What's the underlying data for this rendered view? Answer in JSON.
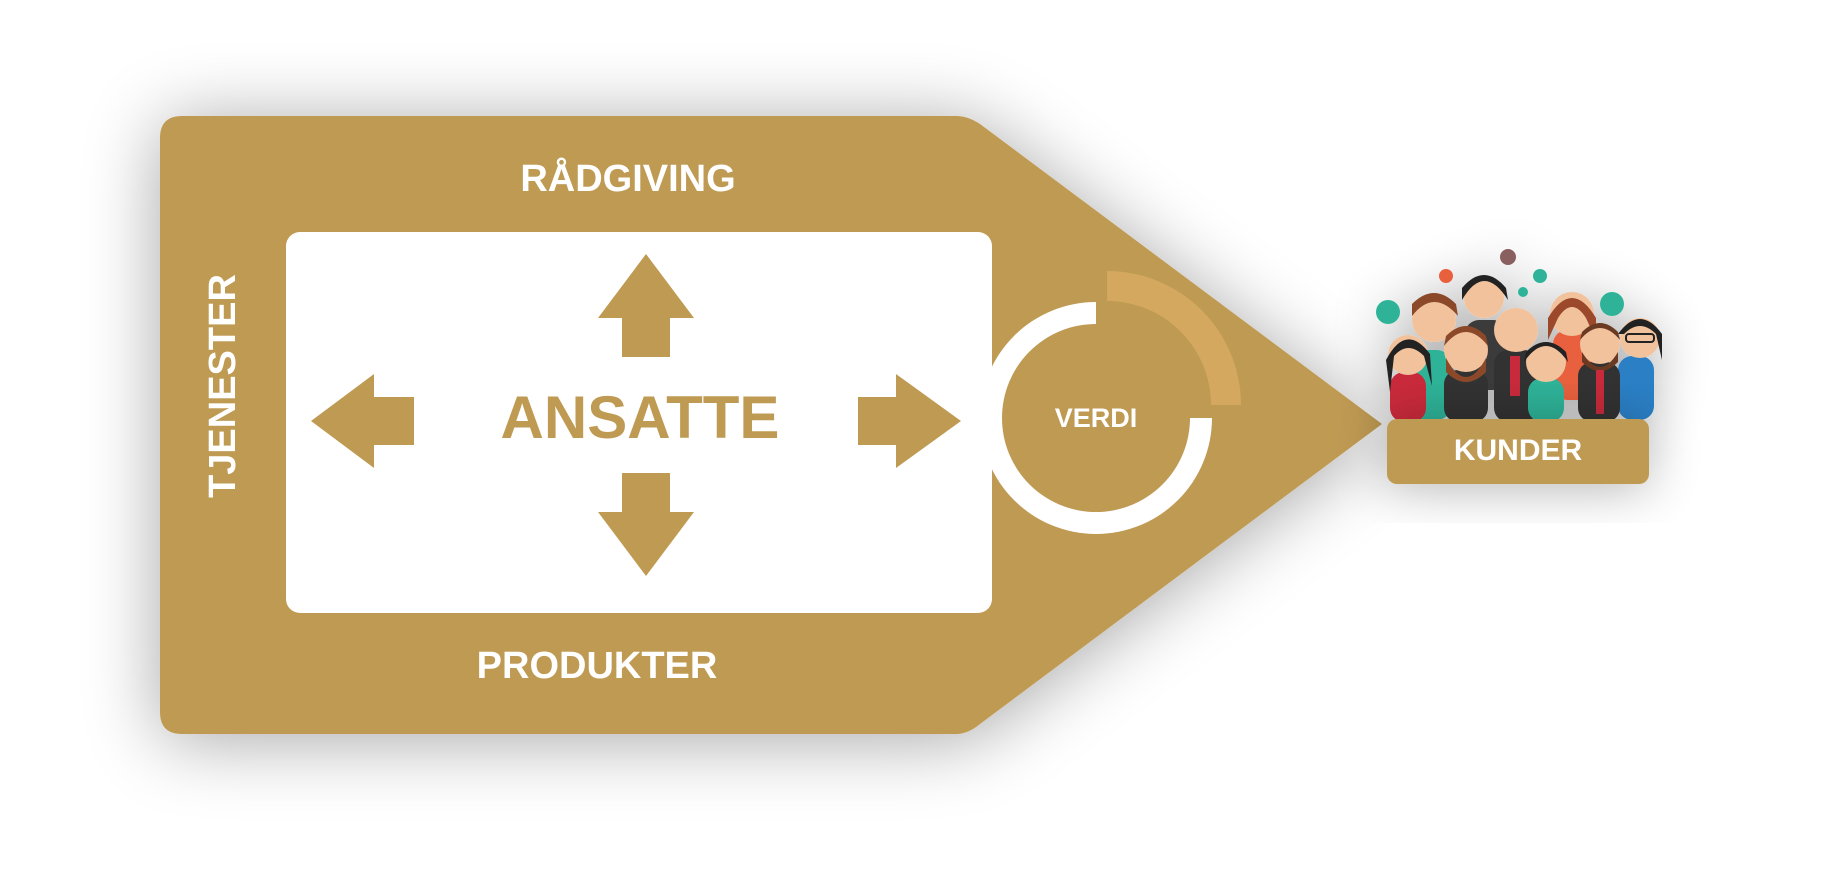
{
  "diagram": {
    "top_label": "RÅDGIVING",
    "bottom_label": "PRODUKTER",
    "side_label": "TJENESTER",
    "center_label": "ANSATTE",
    "circle_label": "VERDI",
    "customer_label": "KUNDER"
  },
  "colors": {
    "gold": "#bf9a52",
    "gold_light": "#d4a85e",
    "white": "#ffffff",
    "background": "#ffffff"
  },
  "icons": {
    "arrows": [
      "arrow-up-icon",
      "arrow-down-icon",
      "arrow-left-icon",
      "arrow-right-icon"
    ],
    "customers": "customer-group-illustration"
  }
}
